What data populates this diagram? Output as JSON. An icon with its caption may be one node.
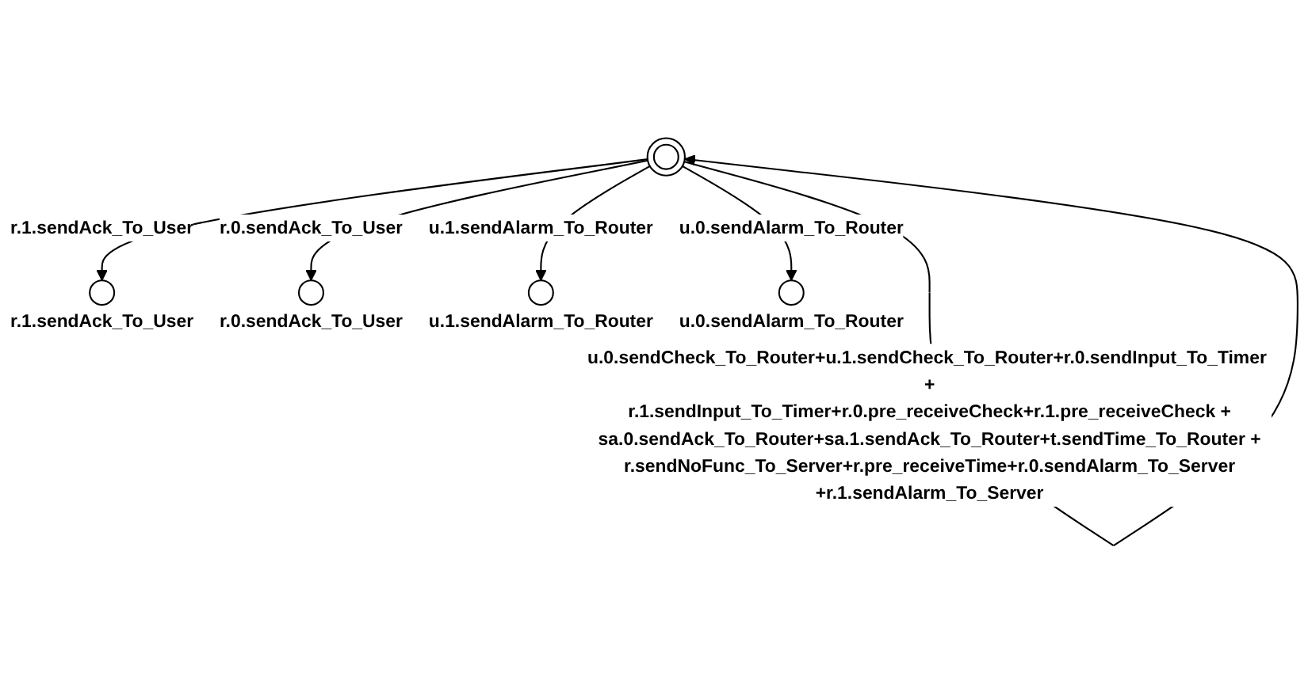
{
  "diagram": {
    "nodes": [
      {
        "text": [],
        "shape": "circle"
      },
      {
        "text": [],
        "shape": "circle",
        "beside": [
          "r.1.sendAck_To_User"
        ]
      },
      {
        "text": [],
        "shape": "circle",
        "beside": [
          "r.0.sendAck_To_User"
        ]
      },
      {
        "text": [],
        "shape": "circle",
        "beside": [
          "u.1.sendAlarm_To_Router"
        ]
      },
      {
        "text": [],
        "shape": "circle",
        "beside": [
          "u.0.sendAlarm_To_Router"
        ]
      }
    ],
    "edges": [
      {
        "from": 0,
        "to": 0,
        "arrow": "to",
        "label": "u.0.sendCheck_To_Router+u.1.sendCheck_To_Router+r.0.sendInput_To_Timer + r.1.sendInput_To_Timer+r.0.pre_receiveCheck+r.1.pre_receiveCheck + sa.0.sendAck_To_Router+sa.1.sendAck_To_Router+t.sendTime_To_Router + r.sendNoFunc_To_Server+r.pre_receiveTime+r.0.sendAlarm_To_Server +r.1.sendAlarm_To_Server"
      },
      {
        "from": 0,
        "to": 1,
        "arrow": "to",
        "label": "r.1.sendAck_To_User"
      },
      {
        "from": 0,
        "to": 2,
        "arrow": "to",
        "label": "r.0.sendAck_To_User"
      },
      {
        "from": 0,
        "to": 3,
        "arrow": "to",
        "label": "u.1.sendAlarm_To_Router"
      },
      {
        "from": 0,
        "to": 4,
        "arrow": "to",
        "label": "u.0.sendAlarm_To_Router"
      }
    ]
  }
}
